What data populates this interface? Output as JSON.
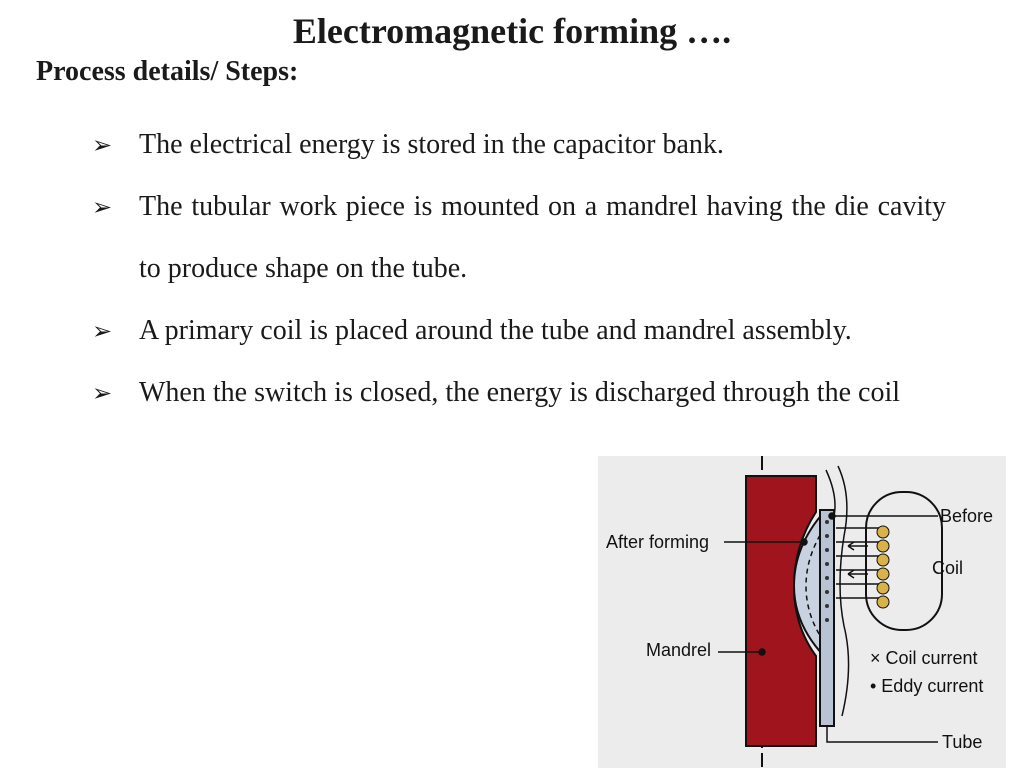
{
  "slide": {
    "title": "Electromagnetic forming ….",
    "subtitle": "Process details/ Steps:",
    "bullet_glyph": "➢",
    "bullets": [
      "The electrical energy is stored in the capacitor bank.",
      "The tubular work piece is mounted on a mandrel having the die cavity to produce shape on the tube.",
      "A primary coil is placed around the tube and mandrel assembly.",
      "When the switch is closed, the energy is discharged through the coil"
    ]
  },
  "figure": {
    "labels": {
      "before": "Before",
      "after_forming": "After forming",
      "coil": "Coil",
      "mandrel": "Mandrel",
      "coil_current": "× Coil current",
      "eddy_current": "• Eddy current",
      "tube": "Tube"
    },
    "colors": {
      "mandrel": "#a0141e",
      "tube": "#b8c4d4",
      "coil": "#d9b24a",
      "background": "#ececec"
    }
  }
}
